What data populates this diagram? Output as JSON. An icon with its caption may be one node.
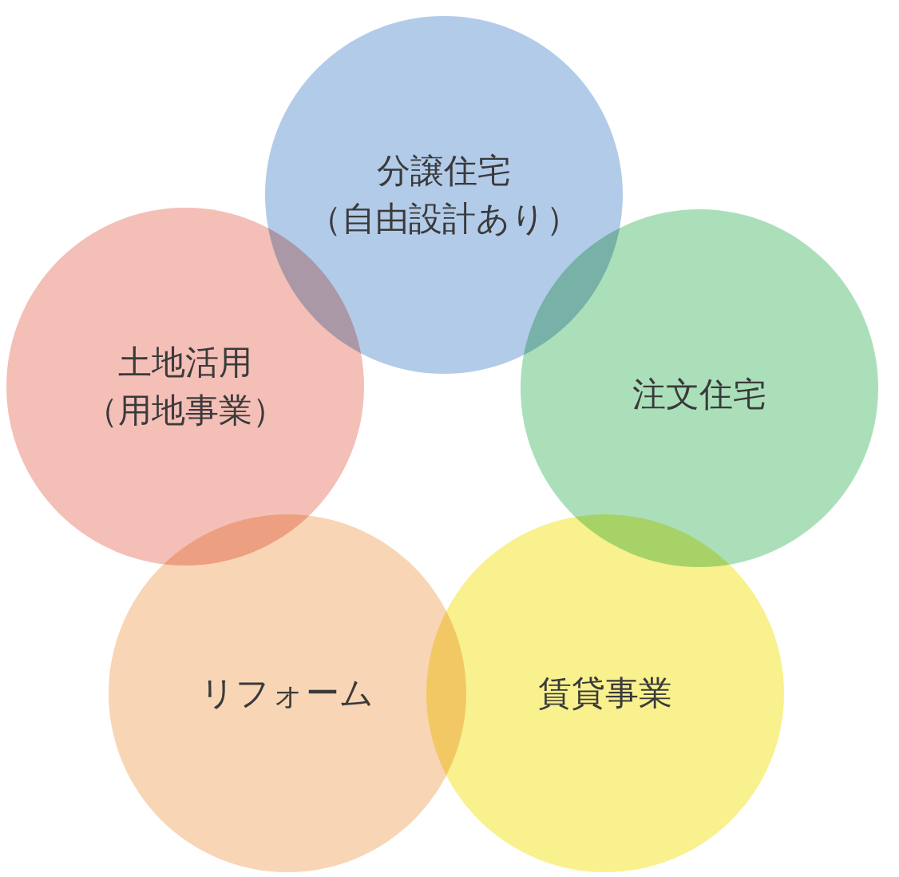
{
  "diagram": {
    "nodes": [
      {
        "text": [
          "分譲住宅",
          "（自由設計あり）"
        ]
      },
      {
        "text": [
          "土地活用",
          "（用地事業）"
        ]
      },
      {
        "text": [
          "注文住宅"
        ]
      },
      {
        "text": [
          "リフォーム"
        ]
      },
      {
        "text": [
          "賃貸事業"
        ]
      }
    ]
  }
}
